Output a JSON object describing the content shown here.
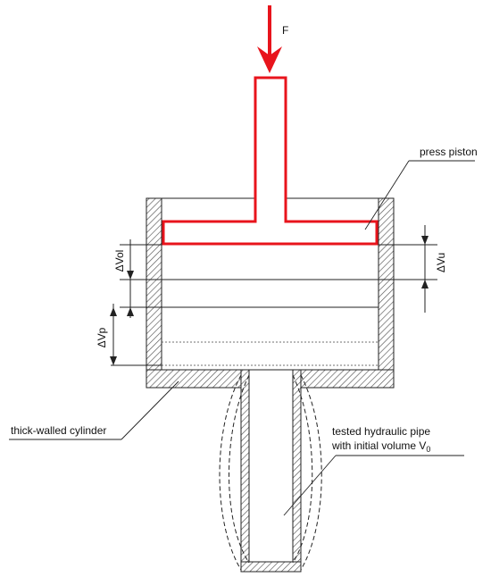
{
  "labels": {
    "force": "F",
    "press_piston": "press piston",
    "dv_u": "ΔVu",
    "dv_ol": "ΔVol",
    "dv_p": "ΔVp",
    "cylinder": "thick-walled cylinder",
    "pipe_line1": "tested hydraulic pipe",
    "pipe_line2_text": "with initial volume V",
    "pipe_line2_sub": "0"
  },
  "colors": {
    "piston": "#e8141c",
    "line": "#222222",
    "hatch": "#444444"
  }
}
